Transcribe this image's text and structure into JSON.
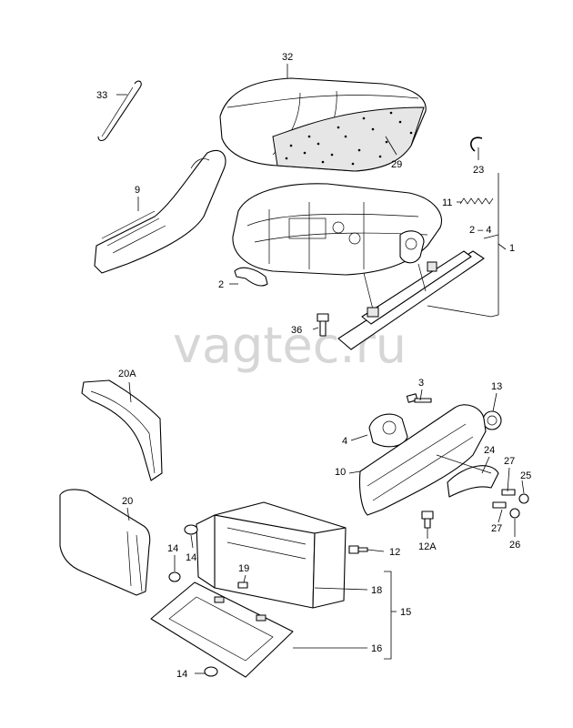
{
  "watermark": "vagtec.ru",
  "labels": {
    "l32": "32",
    "l33": "33",
    "l29": "29",
    "l23": "23",
    "l9": "9",
    "l11": "11",
    "l2_4": "2 – 4",
    "l1": "1",
    "l2": "2",
    "l36": "36",
    "l20A": "20A",
    "l3": "3",
    "l13": "13",
    "l4": "4",
    "l10": "10",
    "l24": "24",
    "l27a": "27",
    "l25": "25",
    "l27b": "27",
    "l26": "26",
    "l12A": "12A",
    "l20": "20",
    "l14a": "14",
    "l14b": "14",
    "l19": "19",
    "l12": "12",
    "l18": "18",
    "l15": "15",
    "l16": "16",
    "l14c": "14"
  }
}
